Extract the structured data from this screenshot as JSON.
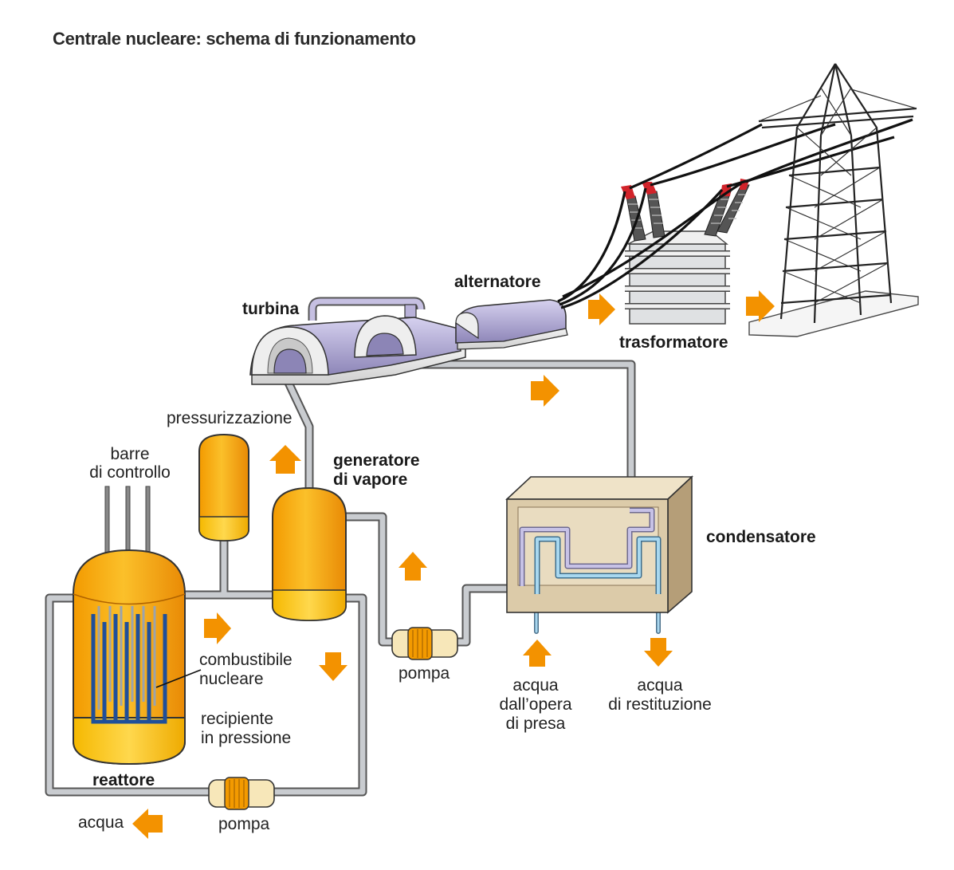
{
  "title": "Centrale nucleare: schema di funzionamento",
  "labels": {
    "turbina": "turbina",
    "alternatore": "alternatore",
    "trasformatore": "trasformatore",
    "pressurizzazione": "pressurizzazione",
    "barre_1": "barre",
    "barre_2": "di controllo",
    "generatore_1": "generatore",
    "generatore_2": "di vapore",
    "condensatore": "condensatore",
    "combustibile_1": "combustibile",
    "combustibile_2": "nucleare",
    "recipiente_1": "recipiente",
    "recipiente_2": "in pressione",
    "reattore": "reattore",
    "pompa_top": "pompa",
    "pompa_bottom": "pompa",
    "acqua_left": "acqua",
    "acqua_in_1": "acqua",
    "acqua_in_2": "dall’opera",
    "acqua_in_3": "di presa",
    "acqua_out_1": "acqua",
    "acqua_out_2": "di restituzione"
  },
  "colors": {
    "arrow": "#f39200",
    "orange": "#f7a600",
    "orange_dark": "#e8860a",
    "pipe": "#b9bcc0",
    "turbine": "#b9b2d9",
    "condenser": "#dccba9"
  }
}
